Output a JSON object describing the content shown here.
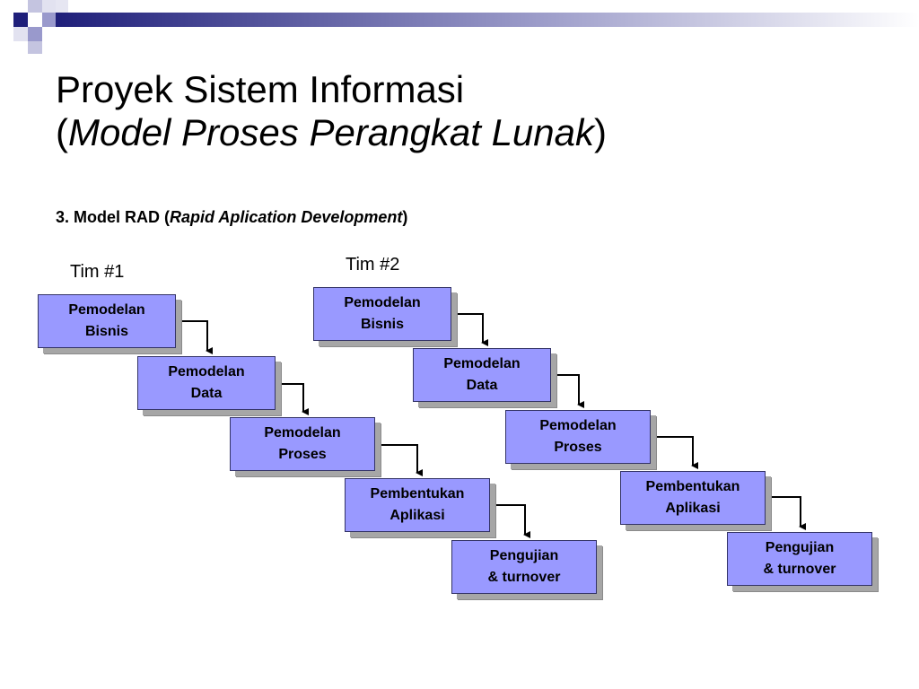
{
  "slide": {
    "title_line1": "Proyek Sistem Informasi",
    "title_line2_open": "(",
    "title_line2_italic": "Model Proses Perangkat Lunak",
    "title_line2_close": ")",
    "subtitle_prefix": "3. Model RAD (",
    "subtitle_italic": "Rapid Aplication Development",
    "subtitle_suffix": ")"
  },
  "team1": {
    "label": "Tim #1",
    "steps": [
      {
        "line1": "Pemodelan",
        "line2": "Bisnis"
      },
      {
        "line1": "Pemodelan",
        "line2": "Data"
      },
      {
        "line1": "Pemodelan",
        "line2": "Proses"
      },
      {
        "line1": "Pembentukan",
        "line2": "Aplikasi"
      },
      {
        "line1": "Pengujian",
        "line2": "& turnover"
      }
    ]
  },
  "team2": {
    "label": "Tim #2",
    "steps": [
      {
        "line1": "Pemodelan",
        "line2": "Bisnis"
      },
      {
        "line1": "Pemodelan",
        "line2": "Data"
      },
      {
        "line1": "Pemodelan",
        "line2": "Proses"
      },
      {
        "line1": "Pembentukan",
        "line2": "Aplikasi"
      },
      {
        "line1": "Pengujian",
        "line2": "& turnover"
      }
    ]
  },
  "colors": {
    "box_fill": "#9999ff",
    "accent_navy": "#1f1f7a",
    "accent_light": "#9999cc"
  }
}
